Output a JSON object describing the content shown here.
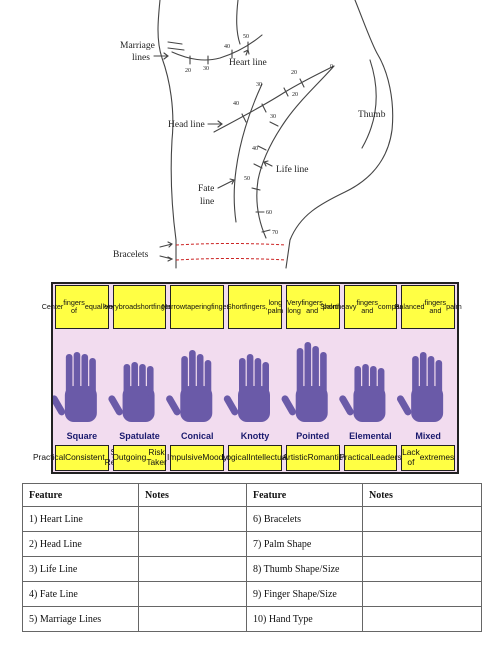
{
  "palm_diagram": {
    "labels": {
      "marriage_lines": [
        "Marriage",
        "lines"
      ],
      "heart_line": "Heart line",
      "head_line": "Head line",
      "thumb": "Thumb",
      "life_line": "Life line",
      "fate_line": [
        "Fate",
        "line"
      ],
      "bracelets": "Bracelets"
    },
    "ages": {
      "heart": [
        "20",
        "30",
        "40",
        "50"
      ],
      "head": [
        "40",
        "30",
        "20",
        "0"
      ],
      "life": [
        "20",
        "30",
        "40",
        "50",
        "60",
        "70"
      ]
    }
  },
  "hand_types": [
    {
      "name": "Square",
      "top": [
        "Center",
        "fingers of",
        "equal",
        "length"
      ],
      "bottom": [
        "Practical",
        "Consistent",
        "Self Reliant"
      ]
    },
    {
      "name": "Spatulate",
      "top": [
        "Very",
        "broad",
        "short",
        "fingers"
      ],
      "bottom": [
        "Outgoing",
        "Risk Taker"
      ]
    },
    {
      "name": "Conical",
      "top": [
        "Narrow",
        "tapering",
        "fingers"
      ],
      "bottom": [
        "Impulsive",
        "Moody"
      ]
    },
    {
      "name": "Knotty",
      "top": [
        "Short",
        "fingers,",
        "long palm"
      ],
      "bottom": [
        "Logical",
        "Intellectual"
      ]
    },
    {
      "name": "Pointed",
      "top": [
        "Very long",
        "fingers and",
        "palm"
      ],
      "bottom": [
        "Artistic",
        "Romantic"
      ]
    },
    {
      "name": "Elemental",
      "top": [
        "Short",
        "heavy",
        "fingers and",
        "compact",
        "palm"
      ],
      "bottom": [
        "Practical",
        "Leaders"
      ]
    },
    {
      "name": "Mixed",
      "top": [
        "Balanced",
        "fingers and",
        "palm"
      ],
      "bottom": [
        "Lack of",
        "extremes"
      ]
    }
  ],
  "table": {
    "headers": [
      "Feature",
      "Notes",
      "Feature",
      "Notes"
    ],
    "rows": [
      [
        "1) Heart Line",
        "",
        "6) Bracelets",
        ""
      ],
      [
        "2) Head Line",
        "",
        "7) Palm Shape",
        ""
      ],
      [
        "3) Life Line",
        "",
        "8) Thumb Shape/Size",
        ""
      ],
      [
        "4) Fate Line",
        "",
        "9) Finger Shape/Size",
        ""
      ],
      [
        "5) Marriage Lines",
        "",
        "10) Hand Type",
        ""
      ]
    ]
  },
  "colors": {
    "label_box": "#ffff44",
    "hand_panel": "#f2dcef",
    "hand_fill": "#6a5aa8",
    "hand_label": "#1a1a6e",
    "bracelet_line": "#cc2222"
  }
}
